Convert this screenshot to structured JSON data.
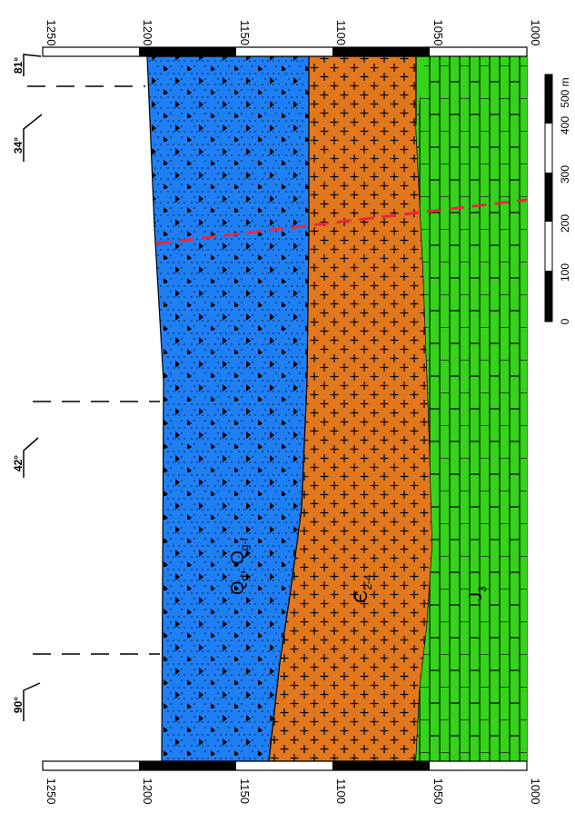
{
  "elevation_scale": {
    "ticks": [
      "1250",
      "1200",
      "1150",
      "1100",
      "1050",
      "1000"
    ]
  },
  "distance_scale": {
    "ticks": [
      "0",
      "100",
      "200",
      "300",
      "400",
      "500 m"
    ]
  },
  "dip_markers": [
    "81°",
    "34°",
    "42°",
    "90°"
  ],
  "units": [
    {
      "id": "quaternary",
      "label": "Q",
      "label_html": "Q<tspan baseline-shift='sub' font-size='12'>d</tspan>, Q<tspan baseline-shift='sub' font-size='12'>g-f</tspan>",
      "label_parts": [
        "Q",
        "d",
        ", Q",
        "g-f"
      ],
      "color": "#1f7ff5"
    },
    {
      "id": "cambrian",
      "label_parts": [
        "Є",
        "2-4"
      ],
      "color": "#e2781e"
    },
    {
      "id": "jurassic",
      "label_parts": [
        "J",
        "3"
      ],
      "color": "#35d41b"
    }
  ],
  "colors": {
    "fault": "#e8283f",
    "outline": "#000000"
  }
}
